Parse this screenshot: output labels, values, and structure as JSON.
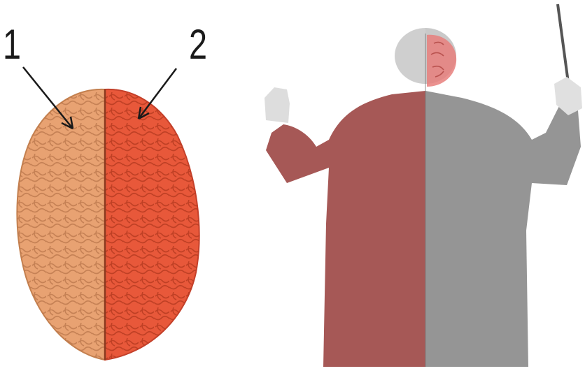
{
  "labels": {
    "left_hemisphere": "1",
    "right_hemisphere": "2"
  },
  "colors": {
    "left_hemisphere": "#e8a272",
    "right_hemisphere": "#e8583a",
    "conductor_left_half": "#9e4a48",
    "conductor_right_half": "#8a8a8a",
    "arrow": "#1a1a1a"
  },
  "icons": {
    "brain": "brain-top-view-illustration",
    "conductor": "orchestra-conductor-silhouette"
  }
}
